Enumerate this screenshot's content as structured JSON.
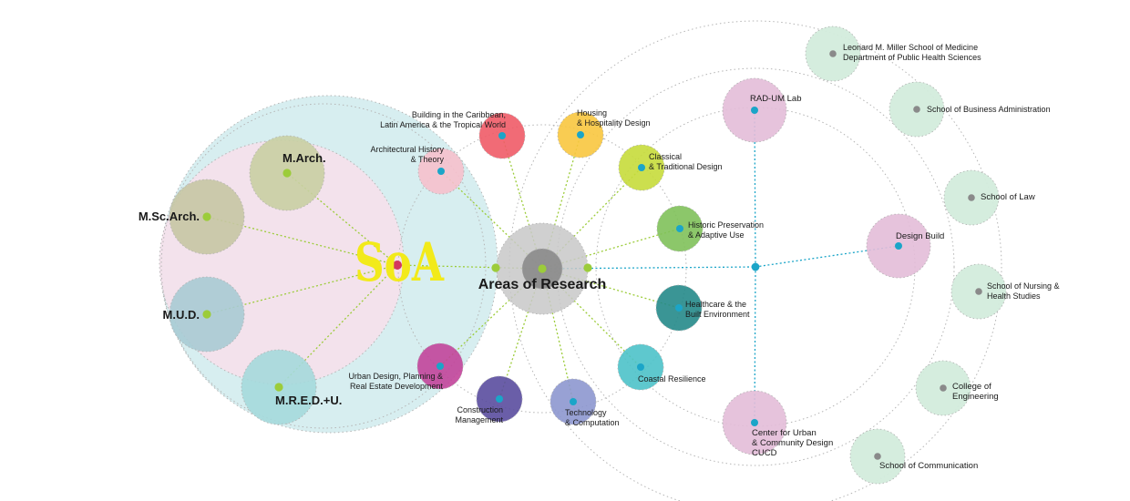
{
  "logo": {
    "text": "SoA",
    "color": "#f2ea1a"
  },
  "center": {
    "title": "Areas of Research"
  },
  "programs": [
    {
      "id": "march",
      "label": "M.Arch.",
      "color": "#c9cfa3"
    },
    {
      "id": "msc",
      "label": "M.Sc.Arch.",
      "color": "#c7c6a4"
    },
    {
      "id": "mud",
      "label": "M.U.D.",
      "color": "#a8cbd4"
    },
    {
      "id": "mred",
      "label": "M.R.E.D.+U.",
      "color": "#a5d9dc"
    }
  ],
  "research_areas": [
    {
      "id": "arch-history",
      "lines": [
        "Architectural History",
        "& Theory"
      ],
      "color": "#f6c0cc"
    },
    {
      "id": "caribbean",
      "lines": [
        "Building in the Caribbean,",
        "Latin America & the Tropical World"
      ],
      "color": "#ef5b67"
    },
    {
      "id": "housing",
      "lines": [
        "Housing",
        "& Hospitality Design"
      ],
      "color": "#f8c63f"
    },
    {
      "id": "classical",
      "lines": [
        "Classical",
        "& Traditional Design"
      ],
      "color": "#c6dc3b"
    },
    {
      "id": "historic",
      "lines": [
        "Historic Preservation",
        "& Adaptive Use"
      ],
      "color": "#7fc15a"
    },
    {
      "id": "healthcare",
      "lines": [
        "Healthcare & the",
        "Built Environment"
      ],
      "color": "#258a8a"
    },
    {
      "id": "coastal",
      "lines": [
        "Coastal Resilience"
      ],
      "color": "#4cc2c9"
    },
    {
      "id": "technology",
      "lines": [
        "Technology",
        "& Computation"
      ],
      "color": "#8d97cf"
    },
    {
      "id": "construction",
      "lines": [
        "Construction",
        "Management"
      ],
      "color": "#5a4d9e"
    },
    {
      "id": "urban-design",
      "lines": [
        "Urban Design, Planning &",
        "Real Estate Development"
      ],
      "color": "#c2449a"
    }
  ],
  "labs": [
    {
      "id": "rad-um",
      "lines": [
        "RAD-UM Lab"
      ],
      "color": "#e3bcd8"
    },
    {
      "id": "design-build",
      "lines": [
        "Design Build"
      ],
      "color": "#e3bcd8"
    },
    {
      "id": "cucd",
      "lines": [
        "Center for Urban",
        "& Community Design",
        "CUCD"
      ],
      "color": "#e3bcd8"
    }
  ],
  "schools": [
    {
      "id": "medicine",
      "lines": [
        "Leonard M. Miller School of Medicine",
        "Department of Public Health Sciences"
      ],
      "color": "#d3ecdc"
    },
    {
      "id": "business",
      "lines": [
        "School of Business Administration"
      ],
      "color": "#d3ecdc"
    },
    {
      "id": "law",
      "lines": [
        "School of Law"
      ],
      "color": "#d3ecdc"
    },
    {
      "id": "nursing",
      "lines": [
        "School of Nursing &",
        "Health Studies"
      ],
      "color": "#d3ecdc"
    },
    {
      "id": "engineering",
      "lines": [
        "College of",
        "Engineering"
      ],
      "color": "#d3ecdc"
    },
    {
      "id": "communication",
      "lines": [
        "School of Communication"
      ],
      "color": "#d3ecdc"
    }
  ],
  "colors": {
    "soa_outer": "#d7eef0",
    "soa_inner": "#f3e2ec",
    "center_hub": "#c8c8c8",
    "center_core": "#8a8a8a",
    "link_green": "#9ccc3a",
    "link_blue": "#1ba5c8",
    "soa_dot": "#d4375e",
    "school_dot": "#8a8a8a"
  }
}
